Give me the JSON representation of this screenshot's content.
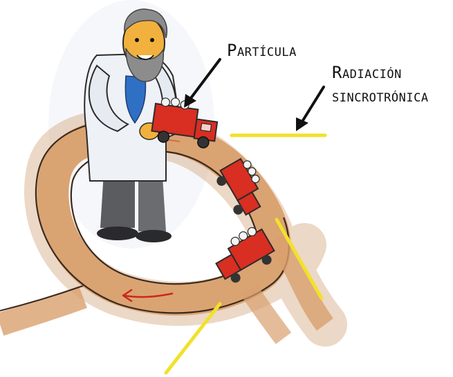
{
  "labels": {
    "particle": "Partícula",
    "radiation_line1": "Radiación",
    "radiation_line2": "sincrotrónica"
  },
  "colors": {
    "track": "#d9a06e",
    "track_dark": "#a8683c",
    "truck_red": "#d92e22",
    "beam_yellow": "#f2e12a",
    "coat": "#eef1f6",
    "shirt": "#2f6fc4",
    "pants": "#5a5c60",
    "skin": "#f2b13c",
    "beard": "#8c8c8c",
    "arrow": "#111111"
  },
  "icons": {
    "scientist": "scientist-figure",
    "truck": "toy-truck",
    "arrow": "pointer-arrow"
  }
}
